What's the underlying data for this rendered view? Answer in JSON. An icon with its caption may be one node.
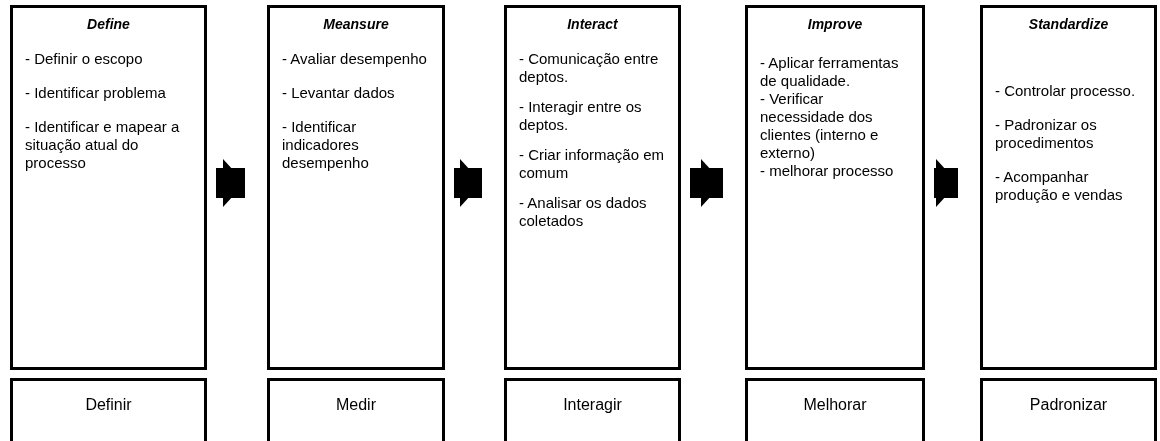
{
  "diagram": {
    "nodes": [
      {
        "text": [
          "Define",
          "- Definir o escopo",
          "- Identificar problema",
          "- Identificar e mapear a situação atual do processo"
        ]
      },
      {
        "text": [
          "Meansure",
          "- Avaliar desempenho",
          "- Levantar dados",
          "- Identificar indicadores desempenho"
        ]
      },
      {
        "text": [
          "Interact",
          "- Comunicação entre deptos.",
          "- Interagir entre os deptos.",
          "- Criar informação em comum",
          "- Analisar os dados coletados"
        ]
      },
      {
        "text": [
          "Improve",
          "- Aplicar ferramentas de qualidade.",
          "- Verificar necessidade dos clientes (interno e externo)",
          "- melhorar processo"
        ]
      },
      {
        "text": [
          "Standardize",
          "- Controlar processo.",
          "- Padronizar os procedimentos",
          "- Acompanhar produção e vendas"
        ]
      },
      {
        "text": [
          "Definir"
        ]
      },
      {
        "text": [
          "Medir"
        ]
      },
      {
        "text": [
          "Interagir"
        ]
      },
      {
        "text": [
          "Melhorar"
        ]
      },
      {
        "text": [
          "Padronizar"
        ]
      }
    ],
    "edges": [
      {
        "from": 0,
        "to": 1,
        "arrow": "to"
      },
      {
        "from": 1,
        "to": 2,
        "arrow": "to"
      },
      {
        "from": 2,
        "to": 3,
        "arrow": "to"
      },
      {
        "from": 3,
        "to": 4,
        "arrow": "to"
      }
    ]
  }
}
